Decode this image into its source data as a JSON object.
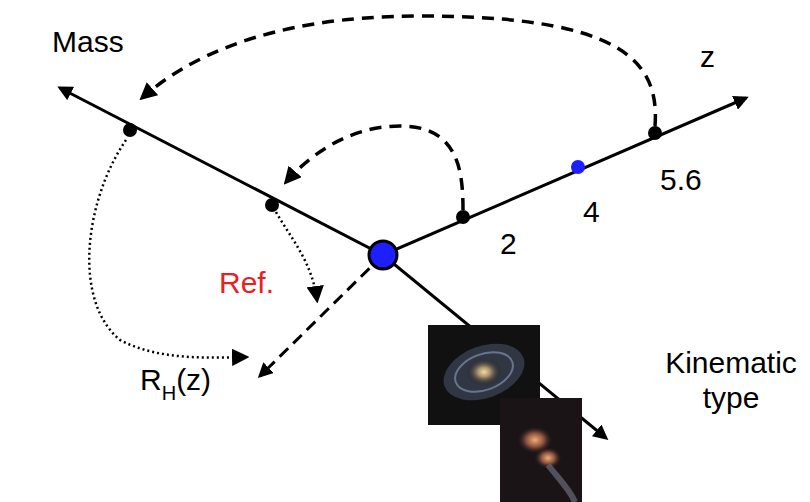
{
  "diagram": {
    "labels": [
      "Mass",
      "z",
      "2",
      "4",
      "5.6",
      "Ref.",
      "R",
      "H",
      "(z)",
      "Kinematic type"
    ]
  }
}
